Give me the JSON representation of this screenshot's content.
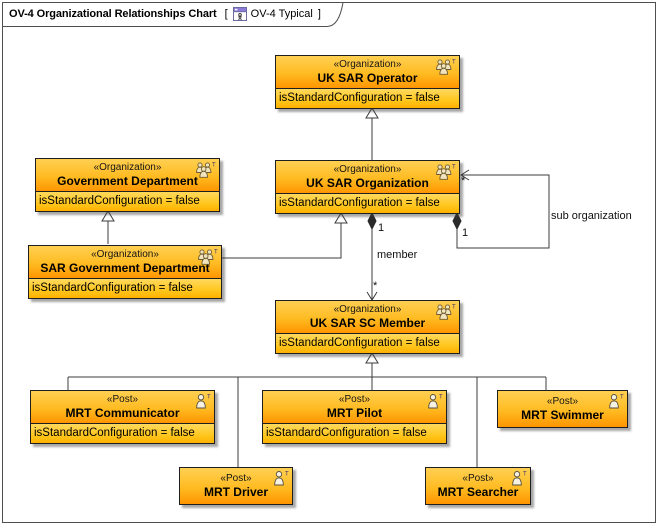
{
  "frame": {
    "title": "OV-4 Organizational Relationships Chart",
    "bracket_open": "[",
    "subtitle": "OV-4 Typical",
    "bracket_close": "]",
    "icon": "ov4-diagram-icon"
  },
  "colors": {
    "header_gradient_top": "#ffd052",
    "header_gradient_bottom": "#ff9500",
    "attribute_gradient_top": "#ffd95e",
    "attribute_gradient_bottom": "#ffb100",
    "node_border": "#1f1f1f",
    "connector": "#3c3c3c",
    "frame_border": "#4f4f4f"
  },
  "nodes": [
    {
      "id": "uk-sar-operator",
      "stereotype": "«Organization»",
      "name": "UK SAR Operator",
      "attribute": "isStandardConfiguration = false",
      "icon": "organization-icon"
    },
    {
      "id": "government-department",
      "stereotype": "«Organization»",
      "name": "Government Department",
      "attribute": "isStandardConfiguration = false",
      "icon": "organization-icon"
    },
    {
      "id": "uk-sar-organization",
      "stereotype": "«Organization»",
      "name": "UK SAR Organization",
      "attribute": "isStandardConfiguration = false",
      "icon": "organization-icon"
    },
    {
      "id": "sar-government-department",
      "stereotype": "«Organization»",
      "name": "SAR Government Department",
      "attribute": "isStandardConfiguration = false",
      "icon": "organization-icon"
    },
    {
      "id": "uk-sar-sc-member",
      "stereotype": "«Organization»",
      "name": "UK SAR SC Member",
      "attribute": "isStandardConfiguration = false",
      "icon": "organization-icon"
    },
    {
      "id": "mrt-communicator",
      "stereotype": "«Post»",
      "name": "MRT Communicator",
      "attribute": "isStandardConfiguration = false",
      "icon": "post-icon"
    },
    {
      "id": "mrt-pilot",
      "stereotype": "«Post»",
      "name": "MRT Pilot",
      "attribute": "isStandardConfiguration = false",
      "icon": "post-icon"
    },
    {
      "id": "mrt-swimmer",
      "stereotype": "«Post»",
      "name": "MRT Swimmer",
      "icon": "post-icon"
    },
    {
      "id": "mrt-driver",
      "stereotype": "«Post»",
      "name": "MRT Driver",
      "icon": "post-icon"
    },
    {
      "id": "mrt-searcher",
      "stereotype": "«Post»",
      "name": "MRT Searcher",
      "icon": "post-icon"
    }
  ],
  "edges": {
    "member": {
      "role": "member",
      "diamond_mult": "1",
      "arrow_mult": "*"
    },
    "sub_organization": {
      "role": "sub organization",
      "diamond_mult": "1",
      "arrow_mult": "*"
    }
  }
}
